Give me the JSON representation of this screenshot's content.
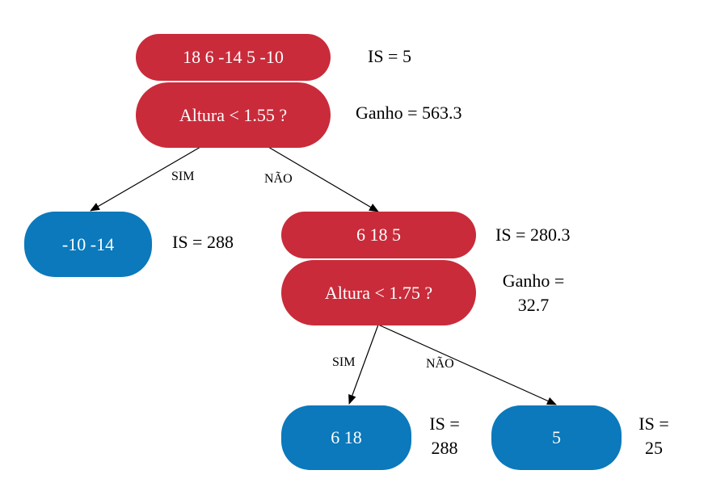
{
  "colors": {
    "split_node": "#c92b3a",
    "leaf_node": "#0b79bb",
    "edge": "#000000"
  },
  "root": {
    "values": "18  6  -14  5  -10",
    "question": "Altura < 1.55 ?",
    "is": "IS = 5",
    "gain": "Ganho = 563.3"
  },
  "left_leaf": {
    "values": "-10  -14",
    "is": "IS = 288"
  },
  "right_split": {
    "values": "6  18  5",
    "question": "Altura < 1.75 ?",
    "is": "IS = 280.3",
    "gain_line1": "Ganho =",
    "gain_line2": "32.7"
  },
  "leaf_a": {
    "values": "6  18",
    "is_line1": "IS =",
    "is_line2": "288"
  },
  "leaf_b": {
    "values": "5",
    "is_line1": "IS =",
    "is_line2": "25"
  },
  "edges": {
    "yes": "SIM",
    "no": "NÃO"
  }
}
